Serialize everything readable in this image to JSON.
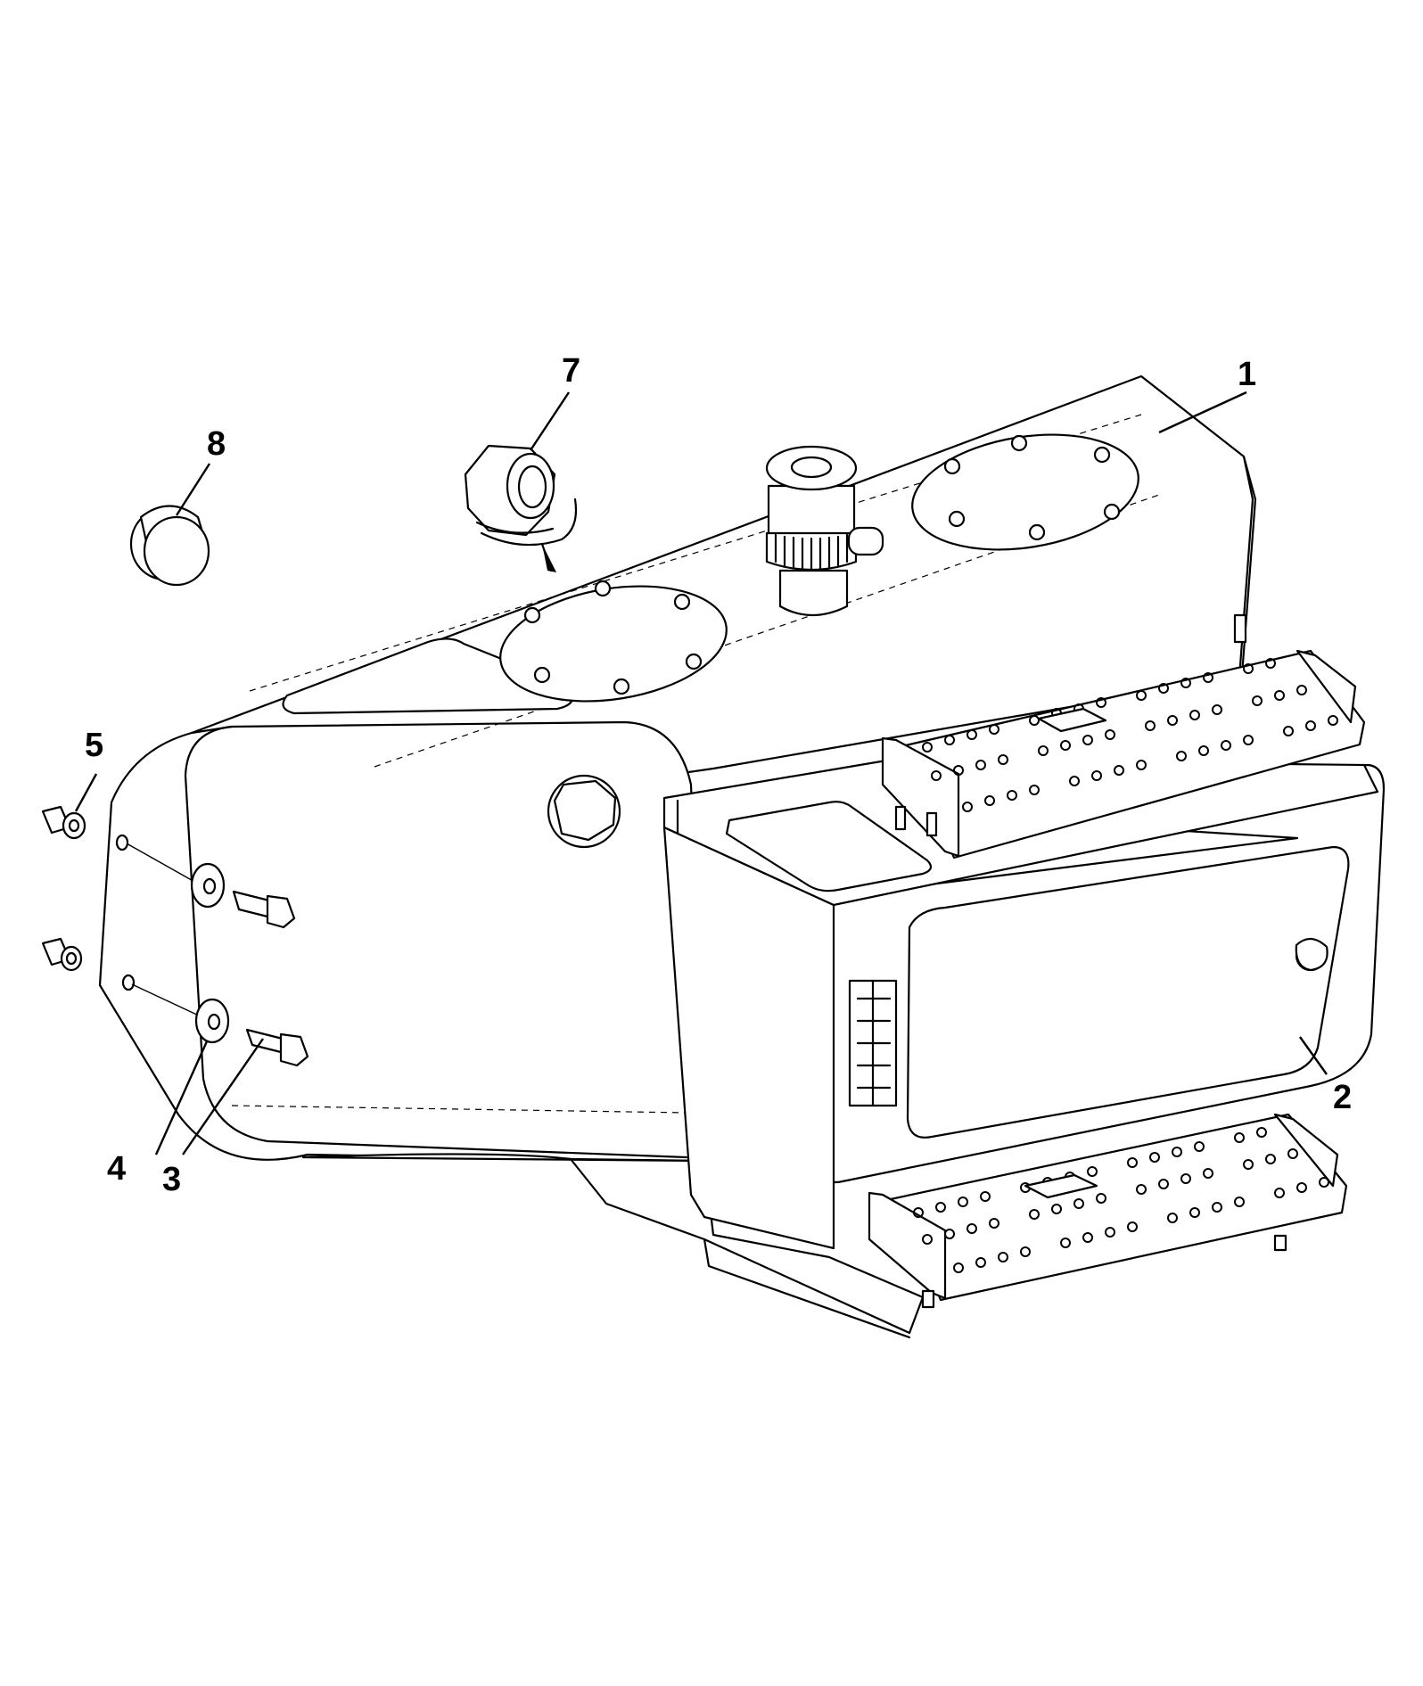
{
  "callouts": {
    "c1": "1",
    "c2": "2",
    "c3": "3",
    "c4": "4",
    "c5": "5",
    "c7": "7",
    "c8": "8"
  },
  "colors": {
    "line": "#000000",
    "background": "#ffffff"
  }
}
